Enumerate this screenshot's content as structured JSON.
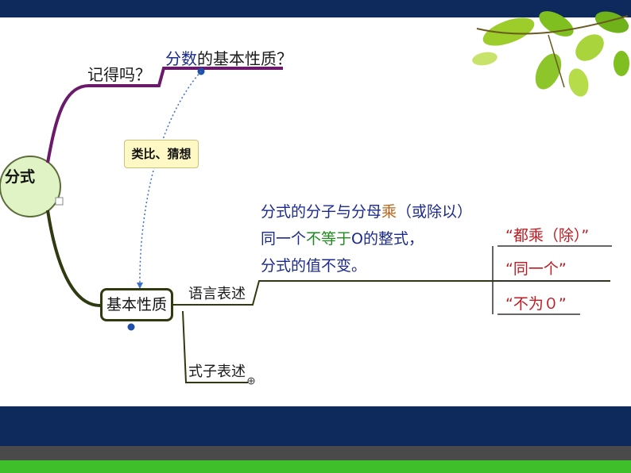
{
  "root": {
    "label": "分式"
  },
  "branches": {
    "recall": {
      "label": "记得吗？"
    },
    "fraction_property": {
      "part1": "分数",
      "part2": "的基本性质？"
    },
    "analogy": {
      "label": "类比、猜想"
    },
    "basic_property": {
      "label": "基本性质"
    },
    "verbal": {
      "label": "语言表述"
    },
    "formula": {
      "label": "式子表述"
    }
  },
  "description": {
    "line1": {
      "a": "分式的分子与分母",
      "b": "乘",
      "c": "（或除以）"
    },
    "line2": {
      "a": "同一个",
      "b": "不等于",
      "c": "O",
      "d": "的整式，"
    },
    "line3": "分式的值不变。"
  },
  "key_points": [
    "“都乘（除）”",
    "“同一个”",
    "“不为０”"
  ],
  "colors": {
    "header_navy": "#0e2a5c",
    "footer_green": "#3fbf2a",
    "branch_purple": "#6b1a6b",
    "branch_olive": "#2f3a10",
    "emphasis_red": "#c0191f",
    "text_blue": "#1b2a8c",
    "highlight_orange": "#b5651d",
    "highlight_green": "#1f8a1f"
  }
}
